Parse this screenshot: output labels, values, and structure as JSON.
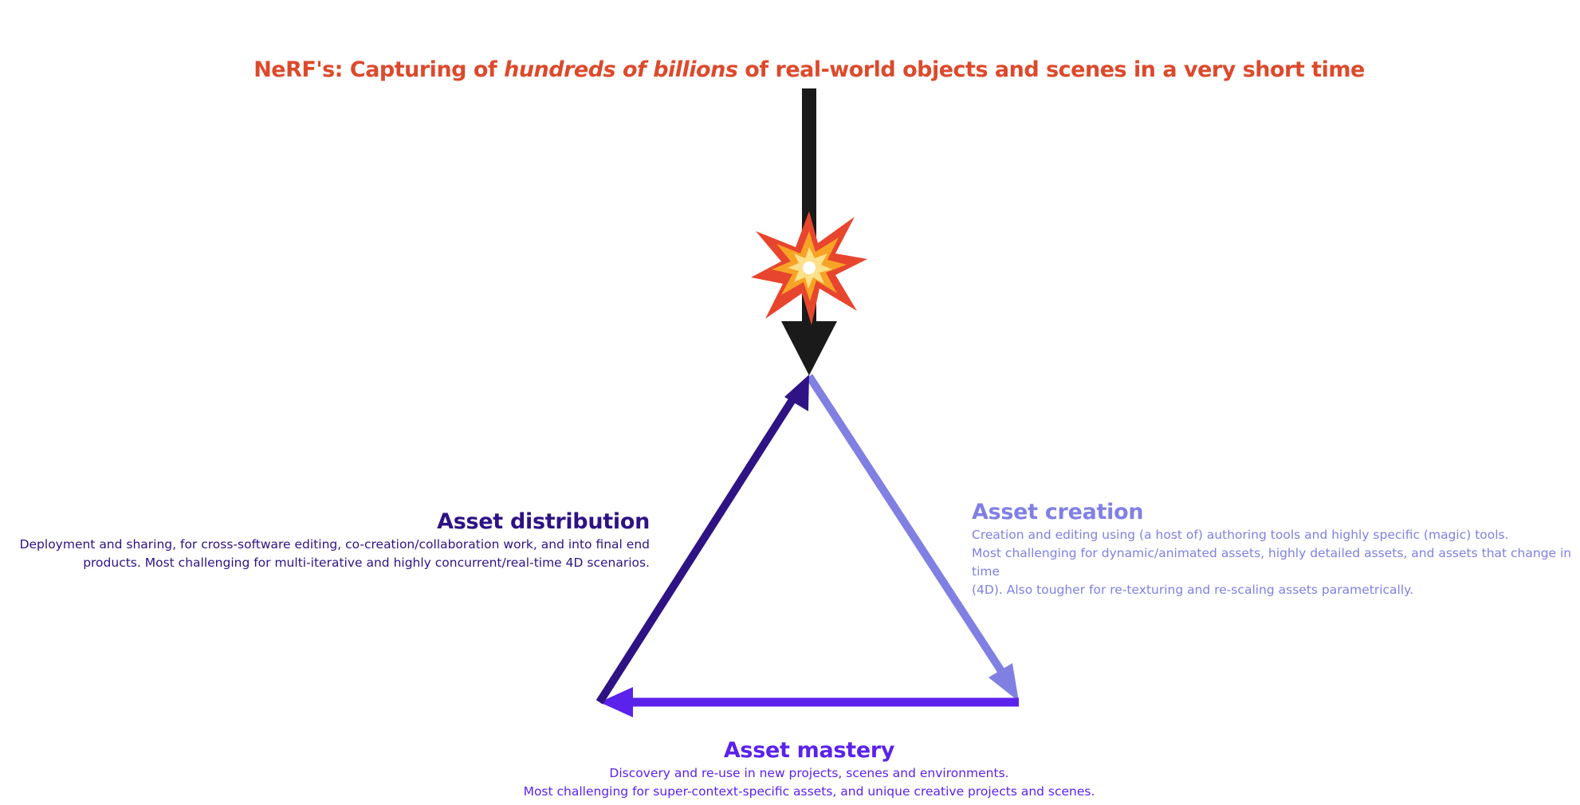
{
  "title": {
    "prefix": "NeRF's: Capturing of ",
    "emphasis": "hundreds of billions",
    "suffix": " of real-world objects and scenes in a very short time"
  },
  "colors": {
    "title": "#dc4a2c",
    "impact_arrow": "#1a1a1a",
    "distribution": "#2e1385",
    "creation": "#8080e3",
    "mastery": "#5b22ec"
  },
  "icons": {
    "impact": "collision-icon"
  },
  "nodes": {
    "distribution": {
      "heading": "Asset distribution",
      "line1": "Deployment and sharing, for cross-software editing, co-creation/collaboration work, and into final end",
      "line2": "products. Most challenging for multi-iterative and highly concurrent/real-time 4D scenarios."
    },
    "creation": {
      "heading": "Asset creation",
      "line1": "Creation and editing using (a host of) authoring tools and highly specific (magic) tools.",
      "line2": "Most challenging for dynamic/animated assets, highly detailed assets, and assets that change in time",
      "line3": "(4D). Also tougher for re-texturing and re-scaling assets parametrically."
    },
    "mastery": {
      "heading": "Asset mastery",
      "line1": "Discovery and re-use in new projects, scenes and environments.",
      "line2": "Most challenging for super-context-specific assets, and unique creative projects and scenes."
    }
  }
}
